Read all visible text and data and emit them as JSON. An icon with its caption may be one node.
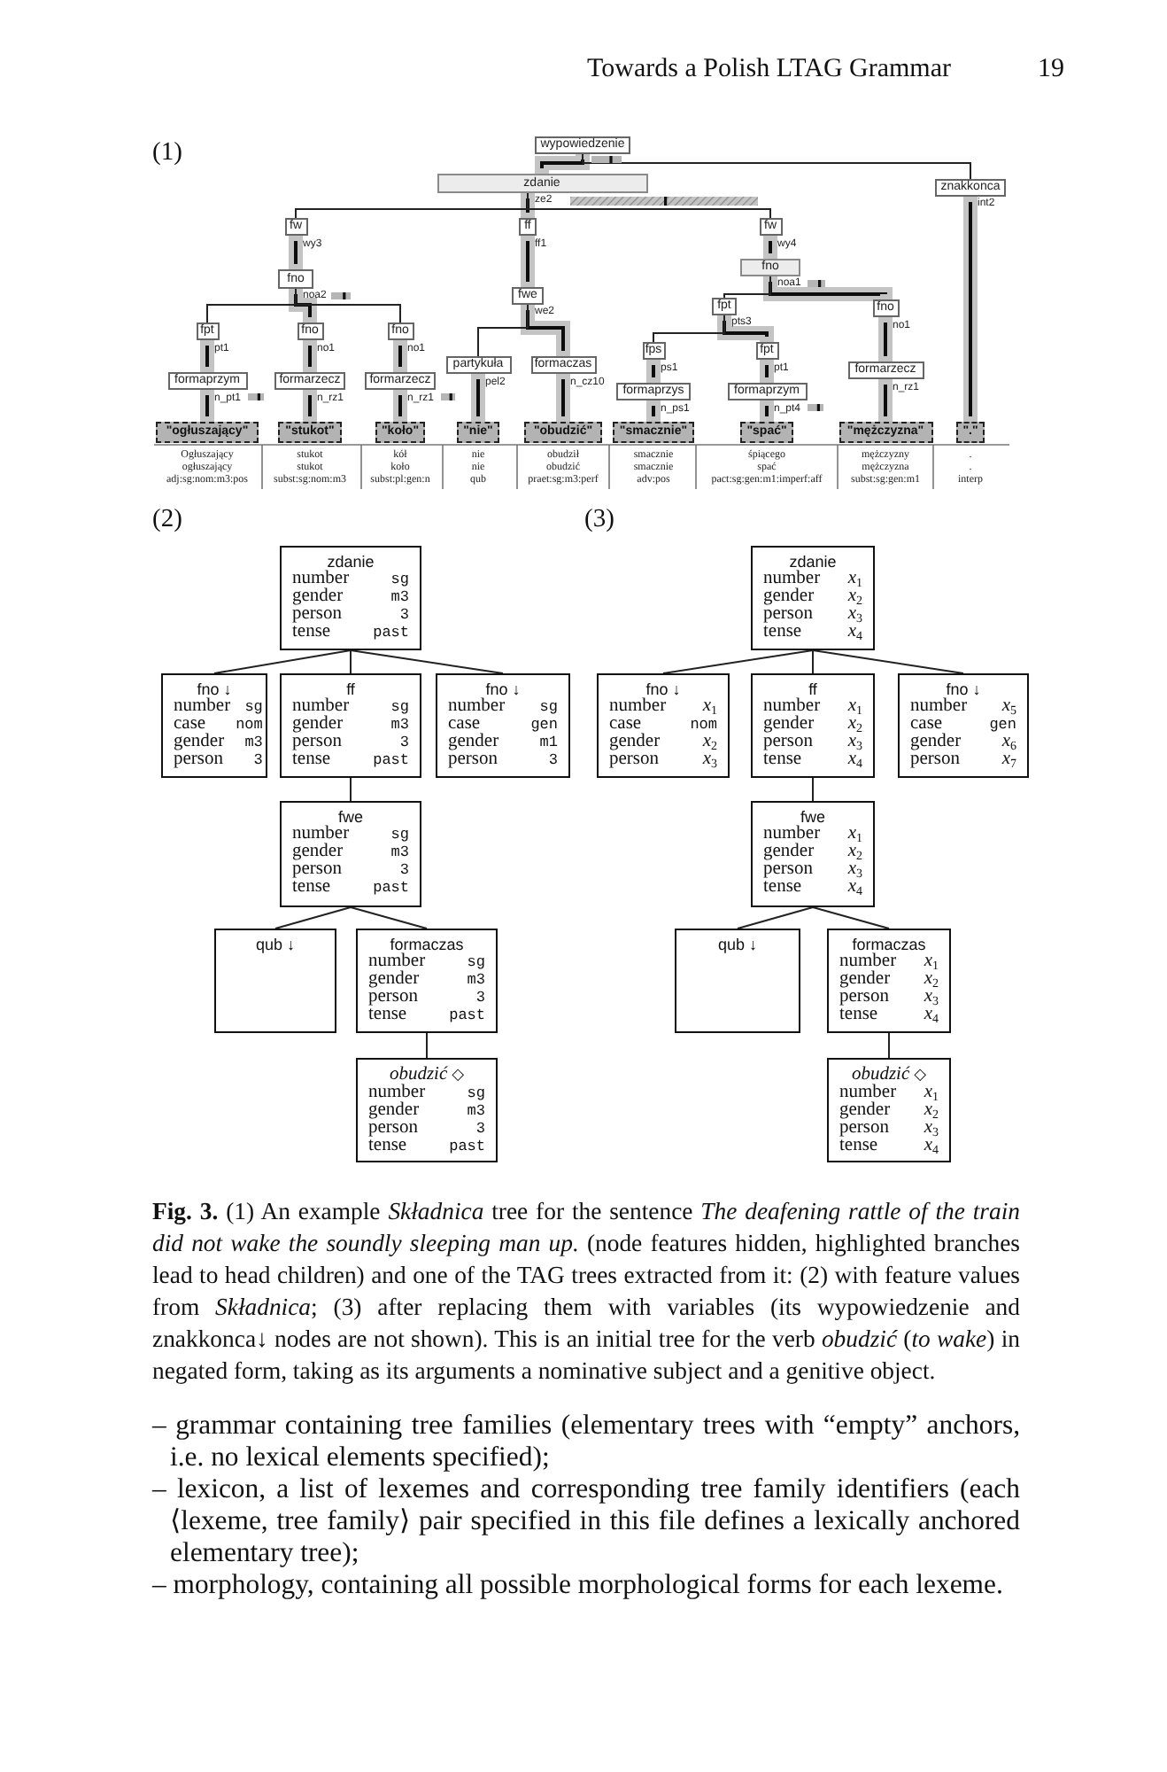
{
  "diagram": {
    "caption": "**Fig. 3.** (1) An example *Składnica* tree for the sentence *The deafening rattle of the train did not wake the soundly sleeping man up.* (node features hidden, highlighted branches lead to head children) and one of the TAG trees extracted from it: (2) with feature values from *Składnica*; (3) after replacing them with variables (its wypowiedzenie and znakkonca↓ nodes are not shown). This is an initial tree for the verb *obudzić* (*to wake*) in negated form, taking as its arguments a nominative subject and a genitive object.",
    "nodes": [
      {
        "text": [
          "wypowiedzenie"
        ]
      },
      {
        "text": [
          "zdanie"
        ],
        "beside": [
          "ze2"
        ]
      },
      {
        "text": [
          "znakkonca"
        ],
        "beside": [
          "int2"
        ]
      },
      {
        "text": [
          "fw"
        ],
        "beside": [
          "wy3"
        ]
      },
      {
        "text": [
          "ff"
        ],
        "beside": [
          "ff1"
        ]
      },
      {
        "text": [
          "fw"
        ],
        "beside": [
          "wy4"
        ]
      },
      {
        "text": [
          "fno"
        ],
        "beside": [
          "noa2"
        ]
      },
      {
        "text": [
          "fno"
        ],
        "beside": [
          "noa1"
        ]
      },
      {
        "text": [
          "fwe"
        ],
        "beside": [
          "we2"
        ]
      },
      {
        "text": [
          "fpt"
        ],
        "beside": [
          "pt1"
        ]
      },
      {
        "text": [
          "fno"
        ],
        "beside": [
          "no1"
        ]
      },
      {
        "text": [
          "fno"
        ],
        "beside": [
          "no1"
        ]
      },
      {
        "text": [
          "fpt"
        ],
        "beside": [
          "pts3"
        ]
      },
      {
        "text": [
          "fno"
        ],
        "beside": [
          "no1"
        ]
      },
      {
        "text": [
          "partykuła"
        ],
        "beside": [
          "pel2"
        ]
      },
      {
        "text": [
          "formaczas"
        ],
        "beside": [
          "n_cz10"
        ]
      },
      {
        "text": [
          "fps"
        ],
        "beside": [
          "ps1"
        ]
      },
      {
        "text": [
          "fpt"
        ],
        "beside": [
          "pt1"
        ]
      },
      {
        "text": [
          "formaprzym"
        ],
        "beside": [
          "n_pt1"
        ]
      },
      {
        "text": [
          "formarzecz"
        ],
        "beside": [
          "n_rz1"
        ]
      },
      {
        "text": [
          "formarzecz"
        ],
        "beside": [
          "n_rz1"
        ]
      },
      {
        "text": [
          "formarzecz"
        ],
        "beside": [
          "n_rz1"
        ]
      },
      {
        "text": [
          "formaprzys"
        ],
        "beside": [
          "n_ps1"
        ]
      },
      {
        "text": [
          "formaprzym"
        ],
        "beside": [
          "n_pt4"
        ]
      },
      {
        "text": [
          "\"ogłuszający\""
        ],
        "beside": [
          "Ogłuszający",
          "ogłuszający",
          "adj:sg:nom:m3:pos"
        ]
      },
      {
        "text": [
          "\"stukot\""
        ],
        "beside": [
          "stukot",
          "stukot",
          "subst:sg:nom:m3"
        ]
      },
      {
        "text": [
          "\"koło\""
        ],
        "beside": [
          "kół",
          "koło",
          "subst:pl:gen:n"
        ]
      },
      {
        "text": [
          "\"nie\""
        ],
        "beside": [
          "nie",
          "nie",
          "qub"
        ]
      },
      {
        "text": [
          "\"obudzić\""
        ],
        "beside": [
          "obudził",
          "obudzić",
          "praet:sg:m3:perf"
        ]
      },
      {
        "text": [
          "\"smacznie\""
        ],
        "beside": [
          "smacznie",
          "smacznie",
          "adv:pos"
        ]
      },
      {
        "text": [
          "\"spać\""
        ],
        "beside": [
          "śpiącego",
          "spać",
          "pact:sg:gen:m1:imperf:aff"
        ]
      },
      {
        "text": [
          "\"mężczyzna\""
        ],
        "beside": [
          "mężczyzny",
          "mężczyzna",
          "subst:sg:gen:m1"
        ]
      },
      {
        "text": [
          "\".\""
        ],
        "beside": [
          ".",
          ".",
          "interp"
        ]
      },
      {
        "text": [
          "zdanie",
          "number",
          "sg",
          "gender",
          "m3",
          "person",
          "3",
          "tense",
          "past"
        ]
      },
      {
        "text": [
          "fno ↓",
          "number",
          "sg",
          "case",
          "nom",
          "gender",
          "m3",
          "person",
          "3"
        ]
      },
      {
        "text": [
          "ff",
          "number",
          "sg",
          "gender",
          "m3",
          "person",
          "3",
          "tense",
          "past"
        ]
      },
      {
        "text": [
          "fno ↓",
          "number",
          "sg",
          "case",
          "gen",
          "gender",
          "m1",
          "person",
          "3"
        ]
      },
      {
        "text": [
          "fwe",
          "number",
          "sg",
          "gender",
          "m3",
          "person",
          "3",
          "tense",
          "past"
        ]
      },
      {
        "text": [
          "qub ↓"
        ]
      },
      {
        "text": [
          "formaczas",
          "number",
          "sg",
          "gender",
          "m3",
          "person",
          "3",
          "tense",
          "past"
        ]
      },
      {
        "text": [
          "*obudzić* ◇",
          "number",
          "sg",
          "gender",
          "m3",
          "person",
          "3",
          "tense",
          "past"
        ]
      },
      {
        "text": [
          "zdanie",
          "number",
          "*x*$_{1}$",
          "gender",
          "*x*$_{2}$",
          "person",
          "*x*$_{3}$",
          "tense",
          "*x*$_{4}$"
        ]
      },
      {
        "text": [
          "fno ↓",
          "number",
          "*x*$_{1}$",
          "case",
          "nom",
          "gender",
          "*x*$_{2}$",
          "person",
          "*x*$_{3}$"
        ]
      },
      {
        "text": [
          "ff",
          "number",
          "*x*$_{1}$",
          "gender",
          "*x*$_{2}$",
          "person",
          "*x*$_{3}$",
          "tense",
          "*x*$_{4}$"
        ]
      },
      {
        "text": [
          "fno ↓",
          "number",
          "*x*$_{5}$",
          "case",
          "gen",
          "gender",
          "*x*$_{6}$",
          "person",
          "*x*$_{7}$"
        ]
      },
      {
        "text": [
          "fwe",
          "number",
          "*x*$_{1}$",
          "gender",
          "*x*$_{2}$",
          "person",
          "*x*$_{3}$",
          "tense",
          "*x*$_{4}$"
        ]
      },
      {
        "text": [
          "qub ↓"
        ]
      },
      {
        "text": [
          "formaczas",
          "number",
          "*x*$_{1}$",
          "gender",
          "*x*$_{2}$",
          "person",
          "*x*$_{3}$",
          "tense",
          "*x*$_{4}$"
        ]
      },
      {
        "text": [
          "*obudzić* ◇",
          "number",
          "*x*$_{1}$",
          "gender",
          "*x*$_{2}$",
          "person",
          "*x*$_{3}$",
          "tense",
          "*x*$_{4}$"
        ]
      }
    ],
    "edges": [
      {
        "from": 0,
        "to": 1,
        "arrow": "none",
        "color": "#c4c4c4"
      },
      {
        "from": 0,
        "to": 2,
        "arrow": "none",
        "color": "#222222"
      },
      {
        "from": 1,
        "to": 3,
        "arrow": "none",
        "color": "#222222"
      },
      {
        "from": 1,
        "to": 4,
        "arrow": "none",
        "color": "#c4c4c4"
      },
      {
        "from": 1,
        "to": 5,
        "arrow": "none",
        "color": "#222222"
      },
      {
        "from": 3,
        "to": 6,
        "arrow": "none",
        "color": "#c4c4c4"
      },
      {
        "from": 4,
        "to": 8,
        "arrow": "none",
        "color": "#c4c4c4"
      },
      {
        "from": 5,
        "to": 7,
        "arrow": "none",
        "color": "#c4c4c4"
      },
      {
        "from": 6,
        "to": 9,
        "arrow": "none",
        "color": "#222222"
      },
      {
        "from": 6,
        "to": 10,
        "arrow": "none",
        "color": "#c4c4c4"
      },
      {
        "from": 6,
        "to": 11,
        "arrow": "none",
        "color": "#222222"
      },
      {
        "from": 7,
        "to": 12,
        "arrow": "none",
        "color": "#222222"
      },
      {
        "from": 7,
        "to": 13,
        "arrow": "none",
        "color": "#c4c4c4"
      },
      {
        "from": 8,
        "to": 14,
        "arrow": "none",
        "color": "#222222"
      },
      {
        "from": 8,
        "to": 15,
        "arrow": "none",
        "color": "#c4c4c4"
      },
      {
        "from": 12,
        "to": 16,
        "arrow": "none",
        "color": "#222222"
      },
      {
        "from": 12,
        "to": 17,
        "arrow": "none",
        "color": "#c4c4c4"
      },
      {
        "from": 9,
        "to": 18,
        "arrow": "none",
        "color": "#c4c4c4"
      },
      {
        "from": 10,
        "to": 19,
        "arrow": "none",
        "color": "#c4c4c4"
      },
      {
        "from": 11,
        "to": 20,
        "arrow": "none",
        "color": "#c4c4c4"
      },
      {
        "from": 13,
        "to": 21,
        "arrow": "none",
        "color": "#c4c4c4"
      },
      {
        "from": 16,
        "to": 22,
        "arrow": "none",
        "color": "#c4c4c4"
      },
      {
        "from": 17,
        "to": 23,
        "arrow": "none",
        "color": "#c4c4c4"
      },
      {
        "from": 18,
        "to": 24,
        "arrow": "none",
        "color": "#c4c4c4"
      },
      {
        "from": 19,
        "to": 25,
        "arrow": "none",
        "color": "#c4c4c4"
      },
      {
        "from": 20,
        "to": 26,
        "arrow": "none",
        "color": "#c4c4c4"
      },
      {
        "from": 14,
        "to": 27,
        "arrow": "none",
        "color": "#c4c4c4"
      },
      {
        "from": 15,
        "to": 28,
        "arrow": "none",
        "color": "#c4c4c4"
      },
      {
        "from": 22,
        "to": 29,
        "arrow": "none",
        "color": "#c4c4c4"
      },
      {
        "from": 23,
        "to": 30,
        "arrow": "none",
        "color": "#c4c4c4"
      },
      {
        "from": 21,
        "to": 31,
        "arrow": "none",
        "color": "#c4c4c4"
      },
      {
        "from": 2,
        "to": 32,
        "arrow": "none",
        "color": "#c4c4c4"
      },
      {
        "from": 33,
        "to": 34,
        "arrow": "none",
        "color": "#222222"
      },
      {
        "from": 33,
        "to": 35,
        "arrow": "none",
        "color": "#222222"
      },
      {
        "from": 33,
        "to": 36,
        "arrow": "none",
        "color": "#222222"
      },
      {
        "from": 35,
        "to": 37,
        "arrow": "none",
        "color": "#222222"
      },
      {
        "from": 37,
        "to": 38,
        "arrow": "none",
        "color": "#222222"
      },
      {
        "from": 37,
        "to": 39,
        "arrow": "none",
        "color": "#222222"
      },
      {
        "from": 39,
        "to": 40,
        "arrow": "none",
        "color": "#222222"
      },
      {
        "from": 41,
        "to": 42,
        "arrow": "none",
        "color": "#222222"
      },
      {
        "from": 41,
        "to": 43,
        "arrow": "none",
        "color": "#222222"
      },
      {
        "from": 41,
        "to": 44,
        "arrow": "none",
        "color": "#222222"
      },
      {
        "from": 43,
        "to": 45,
        "arrow": "none",
        "color": "#222222"
      },
      {
        "from": 45,
        "to": 46,
        "arrow": "none",
        "color": "#222222"
      },
      {
        "from": 45,
        "to": 47,
        "arrow": "none",
        "color": "#222222"
      },
      {
        "from": 47,
        "to": 48,
        "arrow": "none",
        "color": "#222222"
      }
    ],
    "labels": [
      "Towards a Polish LTAG Grammar",
      "19",
      "(1)",
      "(2)",
      "(3)",
      "– grammar containing tree families (elementary trees with “empty” anchors, i.e. no lexical elements specified);",
      "– lexicon, a list of lexemes and corresponding tree family identifiers (each ⟨lexeme, tree family⟩ pair specified in this file defines a lexically anchored elementary tree);",
      "– morphology, containing all possible morphological forms for each lexeme."
    ]
  }
}
